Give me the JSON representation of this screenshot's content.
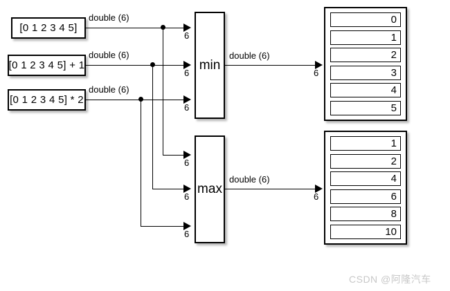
{
  "diagram": {
    "type": "simulink-block-diagram",
    "background_color": "#ffffff",
    "line_color": "#000000",
    "sources": [
      {
        "label": "[0 1 2 3 4 5]",
        "signal_label": "double (6)"
      },
      {
        "label": "[0 1 2 3 4 5] + 1",
        "signal_label": "double (6)"
      },
      {
        "label": "[0 1 2 3 4 5] * 2",
        "signal_label": "double (6)"
      }
    ],
    "operators": [
      {
        "label": "min",
        "output_signal_label": "double (6)",
        "input_port_widths": [
          "6",
          "6",
          "6"
        ],
        "output_port_width": "6"
      },
      {
        "label": "max",
        "output_signal_label": "double (6)",
        "input_port_widths": [
          "6",
          "6",
          "6"
        ],
        "output_port_width": "6"
      }
    ],
    "displays": [
      {
        "name": "min-display",
        "values": [
          "0",
          "1",
          "2",
          "3",
          "4",
          "5"
        ]
      },
      {
        "name": "max-display",
        "values": [
          "1",
          "2",
          "4",
          "6",
          "8",
          "10"
        ]
      }
    ],
    "watermark": "CSDN @阿隆汽车"
  }
}
